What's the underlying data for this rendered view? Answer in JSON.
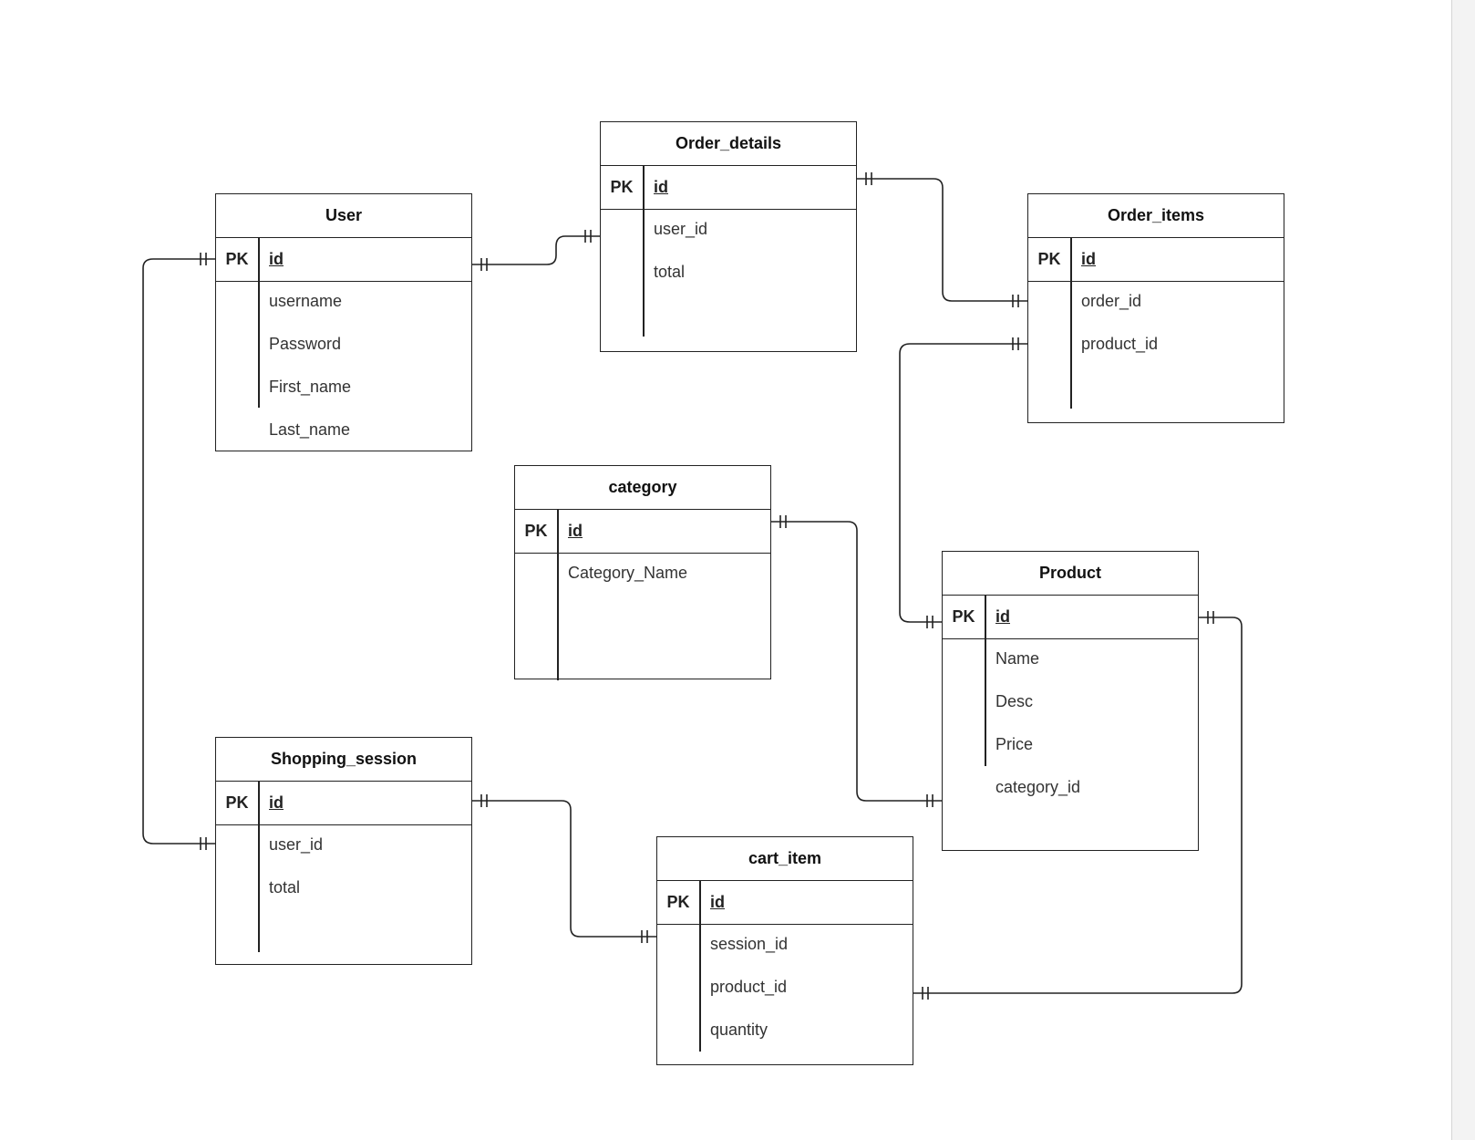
{
  "diagram": {
    "entities": [
      {
        "key": "user",
        "name": "User",
        "pk_label": "PK",
        "pk_field": "id",
        "attributes": [
          "username",
          "Password",
          "First_name",
          "Last_name"
        ]
      },
      {
        "key": "order-details",
        "name": "Order_details",
        "pk_label": "PK",
        "pk_field": "id",
        "attributes": [
          "user_id",
          "total"
        ]
      },
      {
        "key": "order-items",
        "name": "Order_items",
        "pk_label": "PK",
        "pk_field": "id",
        "attributes": [
          "order_id",
          "product_id"
        ]
      },
      {
        "key": "category",
        "name": "category",
        "pk_label": "PK",
        "pk_field": "id",
        "attributes": [
          "Category_Name"
        ]
      },
      {
        "key": "product",
        "name": "Product",
        "pk_label": "PK",
        "pk_field": "id",
        "attributes": [
          "Name",
          "Desc",
          "Price",
          "category_id"
        ]
      },
      {
        "key": "shopping-session",
        "name": "Shopping_session",
        "pk_label": "PK",
        "pk_field": "id",
        "attributes": [
          "user_id",
          "total"
        ]
      },
      {
        "key": "cart-item",
        "name": "cart_item",
        "pk_label": "PK",
        "pk_field": "id",
        "attributes": [
          "session_id",
          "product_id",
          "quantity"
        ]
      }
    ],
    "relationships": [
      {
        "from": "User.id",
        "to": "Order_details.user_id",
        "cardinality": "one-to-one"
      },
      {
        "from": "Order_details.id",
        "to": "Order_items.order_id",
        "cardinality": "one-to-one"
      },
      {
        "from": "Product.id",
        "to": "Order_items.product_id",
        "cardinality": "one-to-one"
      },
      {
        "from": "category.id",
        "to": "Product.category_id",
        "cardinality": "one-to-one"
      },
      {
        "from": "User.id",
        "to": "Shopping_session.user_id",
        "cardinality": "one-to-one"
      },
      {
        "from": "Shopping_session.id",
        "to": "cart_item.session_id",
        "cardinality": "one-to-one"
      },
      {
        "from": "Product.id",
        "to": "cart_item.product_id",
        "cardinality": "one-to-one"
      }
    ]
  }
}
